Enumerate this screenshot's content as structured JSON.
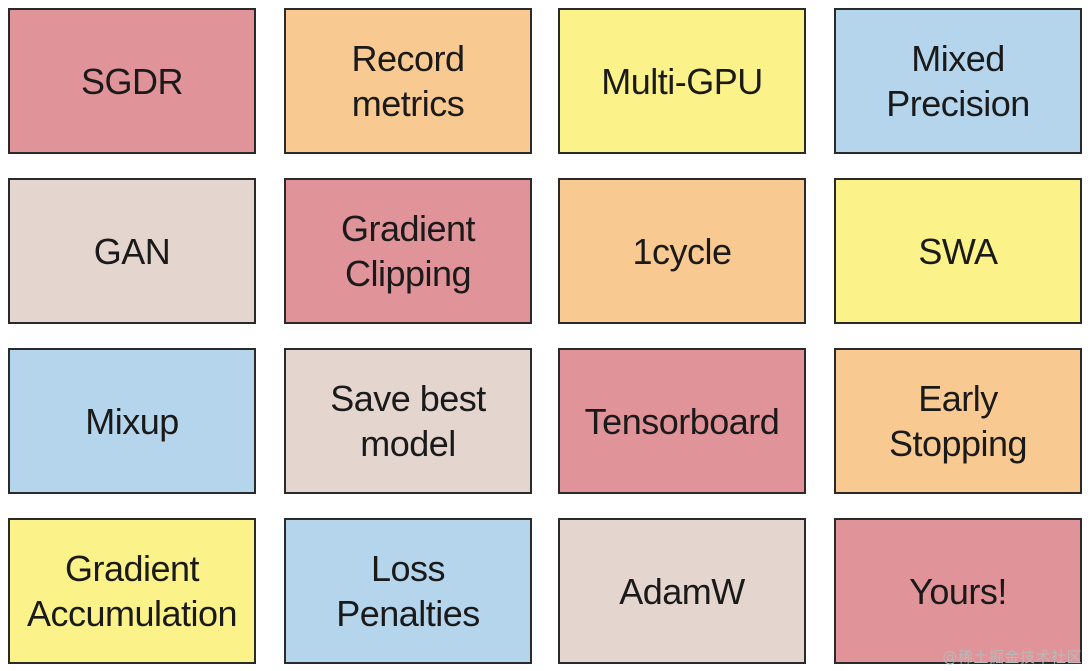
{
  "colors": {
    "red": "#e09399",
    "orange": "#f9c992",
    "yellow": "#fcf28a",
    "blue": "#b5d5ec",
    "beige": "#e4d6cf",
    "border": "#2a2a2a"
  },
  "tiles": [
    {
      "label": "SGDR",
      "color": "red"
    },
    {
      "label": "Record\nmetrics",
      "color": "orange"
    },
    {
      "label": "Multi-GPU",
      "color": "yellow"
    },
    {
      "label": "Mixed\nPrecision",
      "color": "blue"
    },
    {
      "label": "GAN",
      "color": "beige"
    },
    {
      "label": "Gradient\nClipping",
      "color": "red"
    },
    {
      "label": "1cycle",
      "color": "orange"
    },
    {
      "label": "SWA",
      "color": "yellow"
    },
    {
      "label": "Mixup",
      "color": "blue"
    },
    {
      "label": "Save best\nmodel",
      "color": "beige"
    },
    {
      "label": "Tensorboard",
      "color": "red"
    },
    {
      "label": "Early\nStopping",
      "color": "orange"
    },
    {
      "label": "Gradient\nAccumulation",
      "color": "yellow"
    },
    {
      "label": "Loss\nPenalties",
      "color": "blue"
    },
    {
      "label": "AdamW",
      "color": "beige"
    },
    {
      "label": "Yours!",
      "color": "red"
    }
  ],
  "watermark": "@稀土掘金技术社区"
}
